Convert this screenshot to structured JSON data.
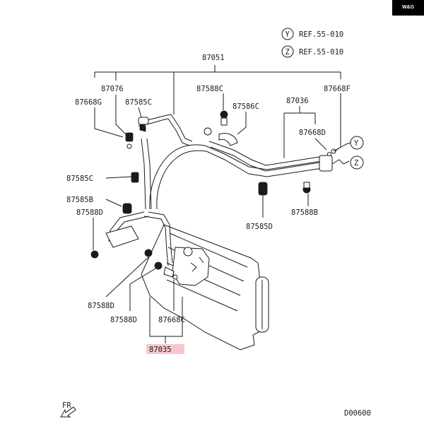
{
  "brand": "W&G",
  "references": [
    {
      "letter": "Y",
      "text": "REF.55-010"
    },
    {
      "letter": "Z",
      "text": "REF.55-010"
    }
  ],
  "connector_letters": {
    "y": "Y",
    "z": "Z"
  },
  "part_labels": {
    "p87051": "87051",
    "p87076": "87076",
    "p87668G": "87668G",
    "p87585C_top": "87585C",
    "p87588C": "87588C",
    "p87586C": "87586C",
    "p87036": "87036",
    "p87668F": "87668F",
    "p87668D": "87668D",
    "p87585C_left": "87585C",
    "p87585B": "87585B",
    "p87588D_left": "87588D",
    "p87585D": "87585D",
    "p87588B": "87588B",
    "p87588D_mid": "87588D",
    "p87588D_low": "87588D",
    "p87668C": "87668C",
    "p87035": "87035"
  },
  "highlight_color": "#f7c6cc",
  "front_marker": "FR",
  "diagram_code": "D00600"
}
